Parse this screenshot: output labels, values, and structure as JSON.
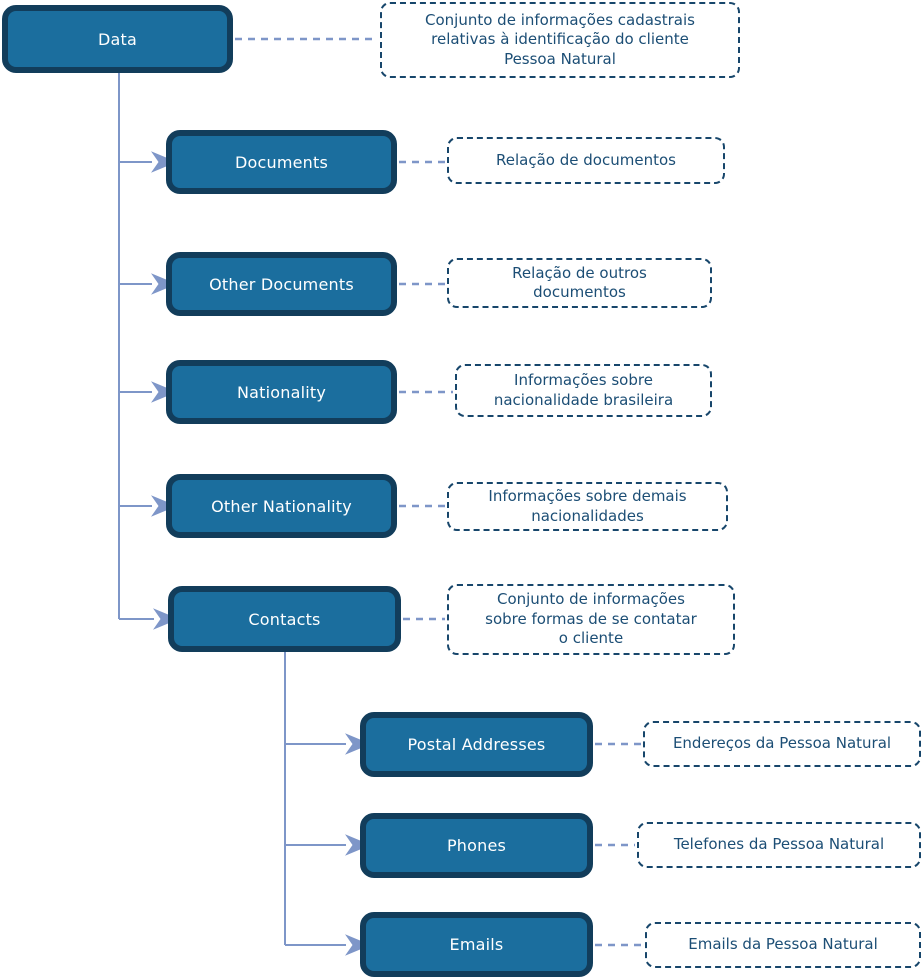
{
  "colors": {
    "node_fill": "#1B6E9E",
    "node_border": "#123D5B",
    "node_text": "#FFFFFF",
    "note_border": "#17466B",
    "note_text": "#1C4E75",
    "connector": "#7E96C8",
    "background": "#FFFFFF"
  },
  "tree": {
    "label": "Data",
    "note": "Conjunto de informações cadastrais\nrelativas à identificação do cliente\nPessoa Natural",
    "children": [
      {
        "label": "Documents",
        "note": "Relação de documentos"
      },
      {
        "label": "Other Documents",
        "note": "Relação de outros\ndocumentos"
      },
      {
        "label": "Nationality",
        "note": "Informações sobre\nnacionalidade brasileira"
      },
      {
        "label": "Other Nationality",
        "note": "Informações sobre demais\nnacionalidades"
      },
      {
        "label": "Contacts",
        "note": "Conjunto de informações\nsobre formas de se contatar\no cliente",
        "children": [
          {
            "label": "Postal Addresses",
            "note": "Endereços da Pessoa Natural"
          },
          {
            "label": "Phones",
            "note": "Telefones da Pessoa Natural"
          },
          {
            "label": "Emails",
            "note": "Emails da Pessoa Natural"
          }
        ]
      }
    ]
  }
}
